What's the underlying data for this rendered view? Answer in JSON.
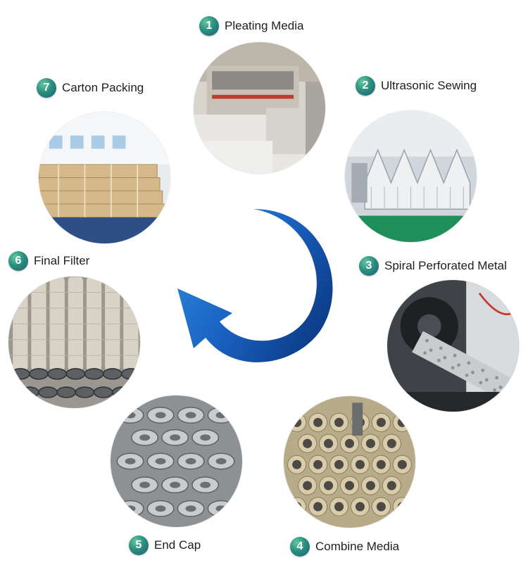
{
  "steps": [
    {
      "number": "1",
      "label": "Pleating Media",
      "image": "pleating-machine"
    },
    {
      "number": "2",
      "label": "Ultrasonic Sewing",
      "image": "pleated-media-folds"
    },
    {
      "number": "3",
      "label": "Spiral Perforated Metal",
      "image": "spiral-tube-machine"
    },
    {
      "number": "4",
      "label": "Combine Media",
      "image": "stacked-filter-cartridges"
    },
    {
      "number": "5",
      "label": "End Cap",
      "image": "metal-end-caps"
    },
    {
      "number": "6",
      "label": "Final Filter",
      "image": "finished-filters"
    },
    {
      "number": "7",
      "label": "Carton Packing",
      "image": "carton-boxes-warehouse"
    }
  ],
  "colors": {
    "badge": "#2b8f7e",
    "arrow_dark": "#0d3f8c",
    "arrow_light": "#2f8fe0"
  }
}
